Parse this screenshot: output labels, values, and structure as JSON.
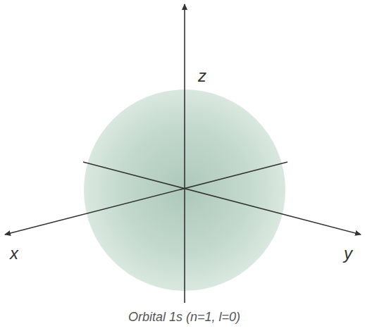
{
  "diagram": {
    "caption": "Orbital 1s (n=1, l=0)",
    "labels": [
      "z",
      "x",
      "y"
    ]
  }
}
